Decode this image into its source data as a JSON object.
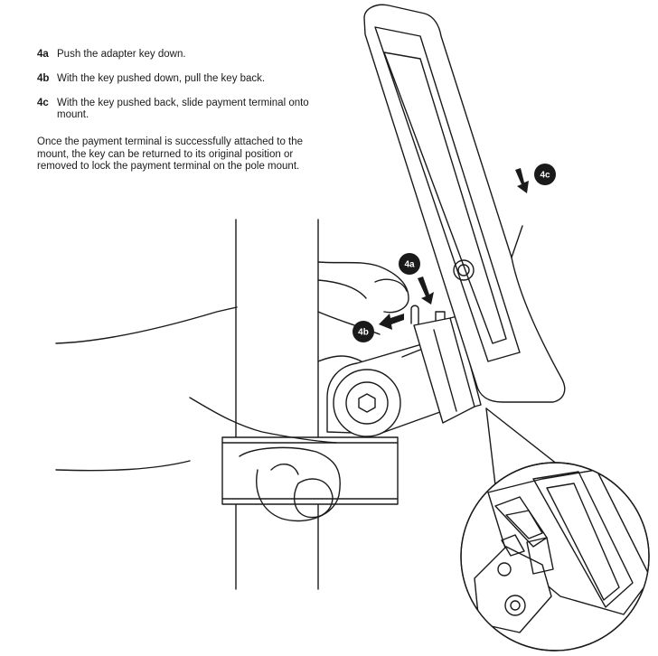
{
  "steps": [
    {
      "num": "4a",
      "text": "Push the adapter key down."
    },
    {
      "num": "4b",
      "text": "With the key pushed down, pull the key back."
    },
    {
      "num": "4c",
      "text": "With the key pushed back, slide payment terminal onto mount."
    }
  ],
  "note": "Once the payment terminal is successfully attached to the mount, the key can be returned to its original position or removed to lock the payment terminal on the pole mount.",
  "callouts": {
    "a": "4a",
    "b": "4b",
    "c": "4c"
  }
}
